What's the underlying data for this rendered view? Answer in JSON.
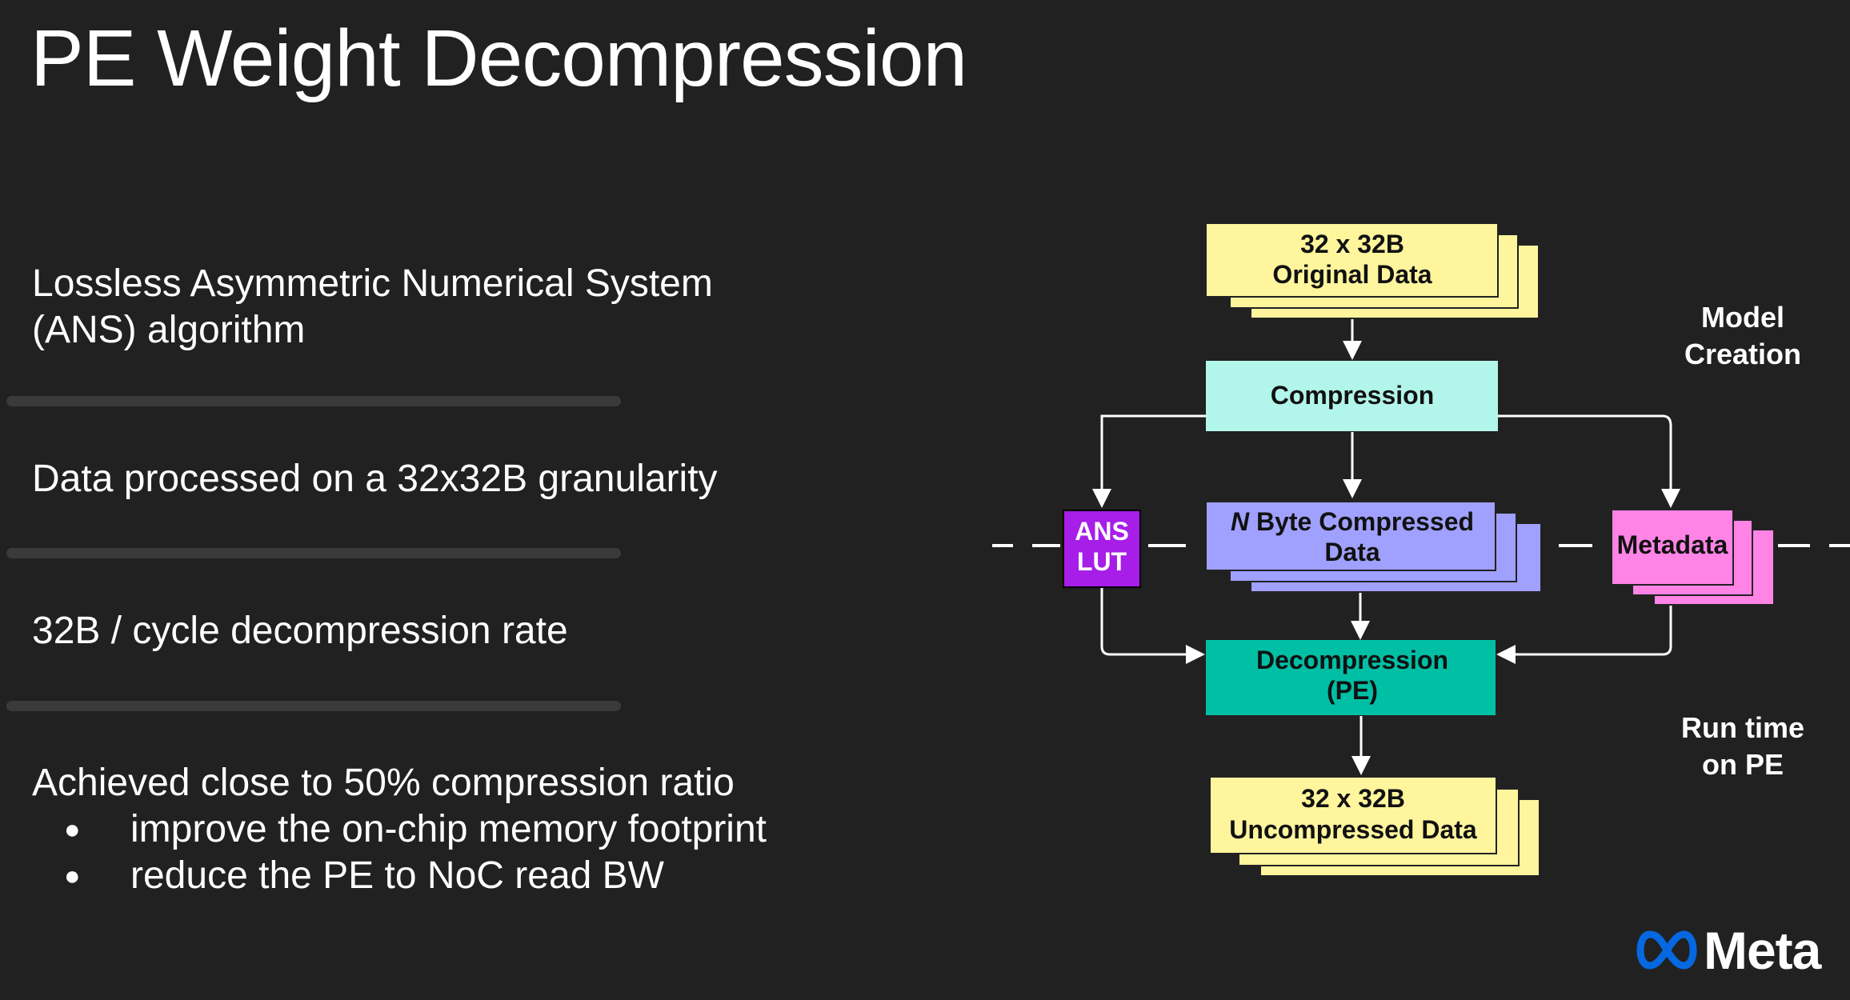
{
  "slide": {
    "title": "PE Weight Decompression",
    "points": [
      {
        "lines": [
          "Lossless Asymmetric Numerical System",
          "(ANS) algorithm"
        ]
      },
      {
        "text": "Data processed on a 32x32B granularity"
      },
      {
        "text": "32B / cycle decompression rate"
      },
      {
        "text": "Achieved close to 50% compression ratio",
        "subpoints": [
          "improve the on-chip memory footprint",
          "reduce the PE to NoC read BW"
        ]
      }
    ]
  },
  "diagram": {
    "boxes": {
      "original": {
        "lines": [
          "32 x 32B",
          "Original Data"
        ],
        "color": "#fff59d"
      },
      "compression": {
        "lines": [
          "Compression"
        ],
        "color": "#b2f5ea"
      },
      "ans_lut": {
        "lines": [
          "ANS",
          "LUT"
        ],
        "color": "#a61ee8"
      },
      "compressed": {
        "italic": "N",
        "rest": " Byte Compressed",
        "line2": "Data",
        "color": "#a0a0ff"
      },
      "metadata": {
        "lines": [
          "Metadata"
        ],
        "color": "#ff84e6"
      },
      "decompression": {
        "lines": [
          "Decompression",
          "(PE)"
        ],
        "color": "#00bfa5"
      },
      "uncompressed": {
        "lines": [
          "32 x 32B",
          "Uncompressed Data"
        ],
        "color": "#fff59d"
      }
    },
    "side_labels": {
      "model_creation": [
        "Model",
        "Creation"
      ],
      "run_time": [
        "Run time",
        "on PE"
      ]
    }
  },
  "logo": {
    "text": "Meta",
    "color": "#0668e1"
  }
}
